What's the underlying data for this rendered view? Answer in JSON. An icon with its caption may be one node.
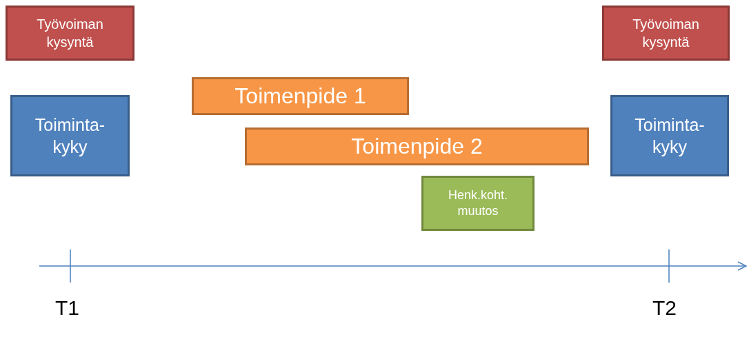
{
  "diagram": {
    "nodes": [
      {
        "text": [
          "Työvoiman kysyntä"
        ]
      },
      {
        "text": [
          "Työvoiman kysyntä"
        ]
      },
      {
        "text": [
          "Toimenpide 1"
        ]
      },
      {
        "text": [
          "Toiminta-kyky"
        ]
      },
      {
        "text": [
          "Toiminta-kyky"
        ]
      },
      {
        "text": [
          "Toimenpide 2"
        ]
      },
      {
        "text": [
          "Henk.koht. muutos"
        ]
      }
    ],
    "labels": [
      "T1",
      "T2"
    ]
  }
}
